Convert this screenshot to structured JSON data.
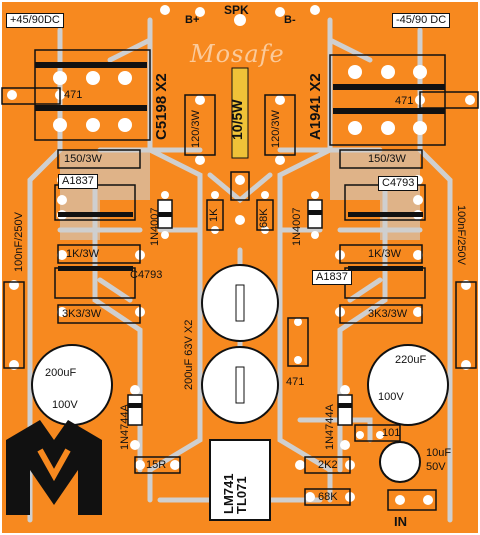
{
  "board": {
    "watermark": "Mosafe",
    "colors": {
      "copper": "#f7891f",
      "silk": "#111111",
      "gap": "#cfcfcf",
      "pad": "#ffffff",
      "fuse": "#f0c238",
      "logo": "#111111"
    }
  },
  "labels": {
    "plus_supply": "+45/90DC",
    "minus_supply": "-45/90 DC",
    "bplus": "B+",
    "bminus": "B-",
    "spk": "SPK",
    "c5198": "C5198 X2",
    "a1941": "A1941 X2",
    "r471_left": "471",
    "r471_right": "471",
    "r471_mid": "471",
    "fuse": "10/5W",
    "r120_left": "120/3W",
    "r120_right": "120/3W",
    "r150_left": "150/3W",
    "r150_right": "150/3W",
    "a1837_left": "A1837",
    "a1837_right": "A1837",
    "c4793_left": "C4793",
    "c4793_right": "C4793",
    "r1k3w_left": "1K/3W",
    "r1k3w_right": "1K/3W",
    "r3k3_left": "3K3/3W",
    "r3k3_right": "3K3/3W",
    "cap100nf_left": "100nF/250V",
    "cap100nf_right": "100nF/250V",
    "d1n4007_left": "1N4007",
    "d1n4007_right": "1N4007",
    "r1k": "1K",
    "r68k_mid": "68K",
    "cap200": "200uF 63V X2",
    "cap200_left": "200uF",
    "cap100v_left": "100V",
    "cap220_right": "220uF",
    "cap100v_right": "100V",
    "z1n4744_left": "1N4744A",
    "z1n4744_right": "1N4744A",
    "r15r": "15R",
    "ic": "LM741 TL071",
    "r2k2": "2K2",
    "r68k_bottom": "68K",
    "r101": "101",
    "cap10uf": "10uF",
    "cap50v": "50V",
    "input": "IN"
  }
}
